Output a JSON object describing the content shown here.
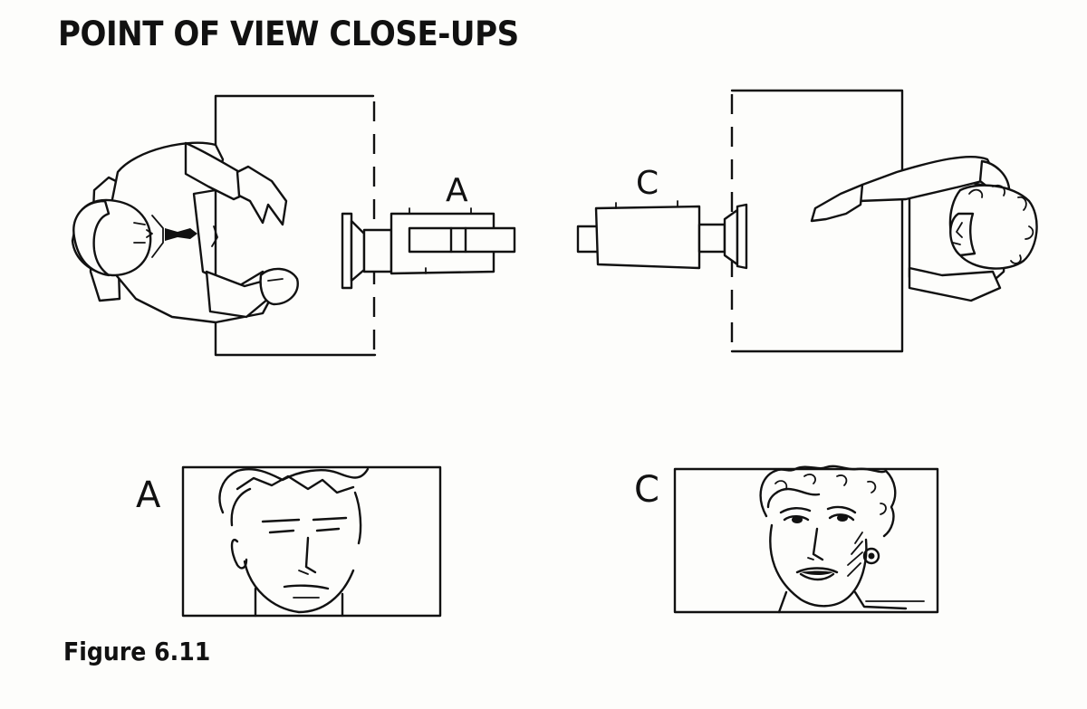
{
  "title": "POINT OF VIEW CLOSE-UPS",
  "caption": "Figure 6.11",
  "overhead": {
    "camera_a_label": "A",
    "camera_c_label": "C"
  },
  "frames": {
    "frame_a_label": "A",
    "frame_c_label": "C"
  }
}
